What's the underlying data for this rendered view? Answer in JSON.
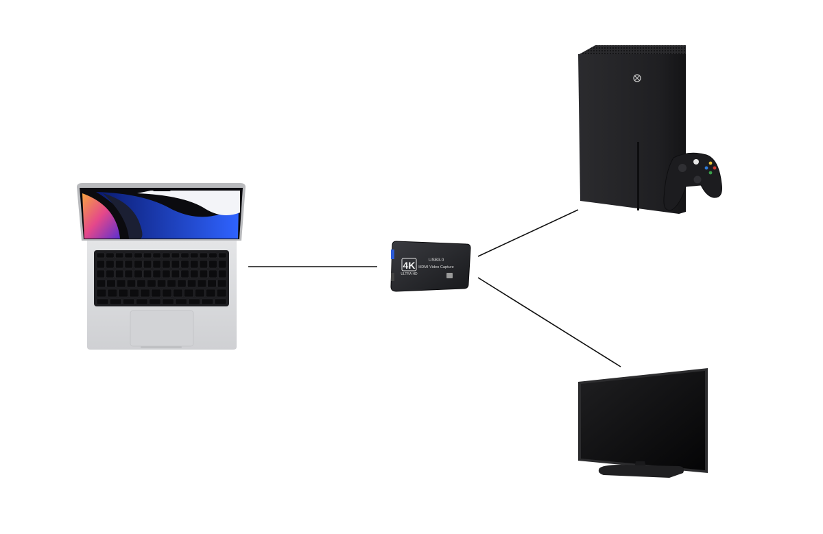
{
  "diagram": {
    "nodes": [
      {
        "id": "laptop",
        "name": "laptop-image"
      },
      {
        "id": "capture_card",
        "name": "capture-card-image",
        "labels": {
          "brand_big": "4K",
          "brand_small": "ULTRA HD",
          "usb": "USB3.0",
          "title": "HDMI Video Capture"
        }
      },
      {
        "id": "console",
        "name": "game-console-image"
      },
      {
        "id": "tv",
        "name": "television-image"
      }
    ],
    "edges": [
      {
        "from": "laptop",
        "to": "capture_card"
      },
      {
        "from": "capture_card",
        "to": "console"
      },
      {
        "from": "capture_card",
        "to": "tv"
      }
    ],
    "colors": {
      "background": "#ffffff",
      "connector": "#111111",
      "device_dark": "#1c1c1e",
      "laptop_silver": "#d9dadc",
      "screen_blue": "#1d3fb8"
    }
  }
}
